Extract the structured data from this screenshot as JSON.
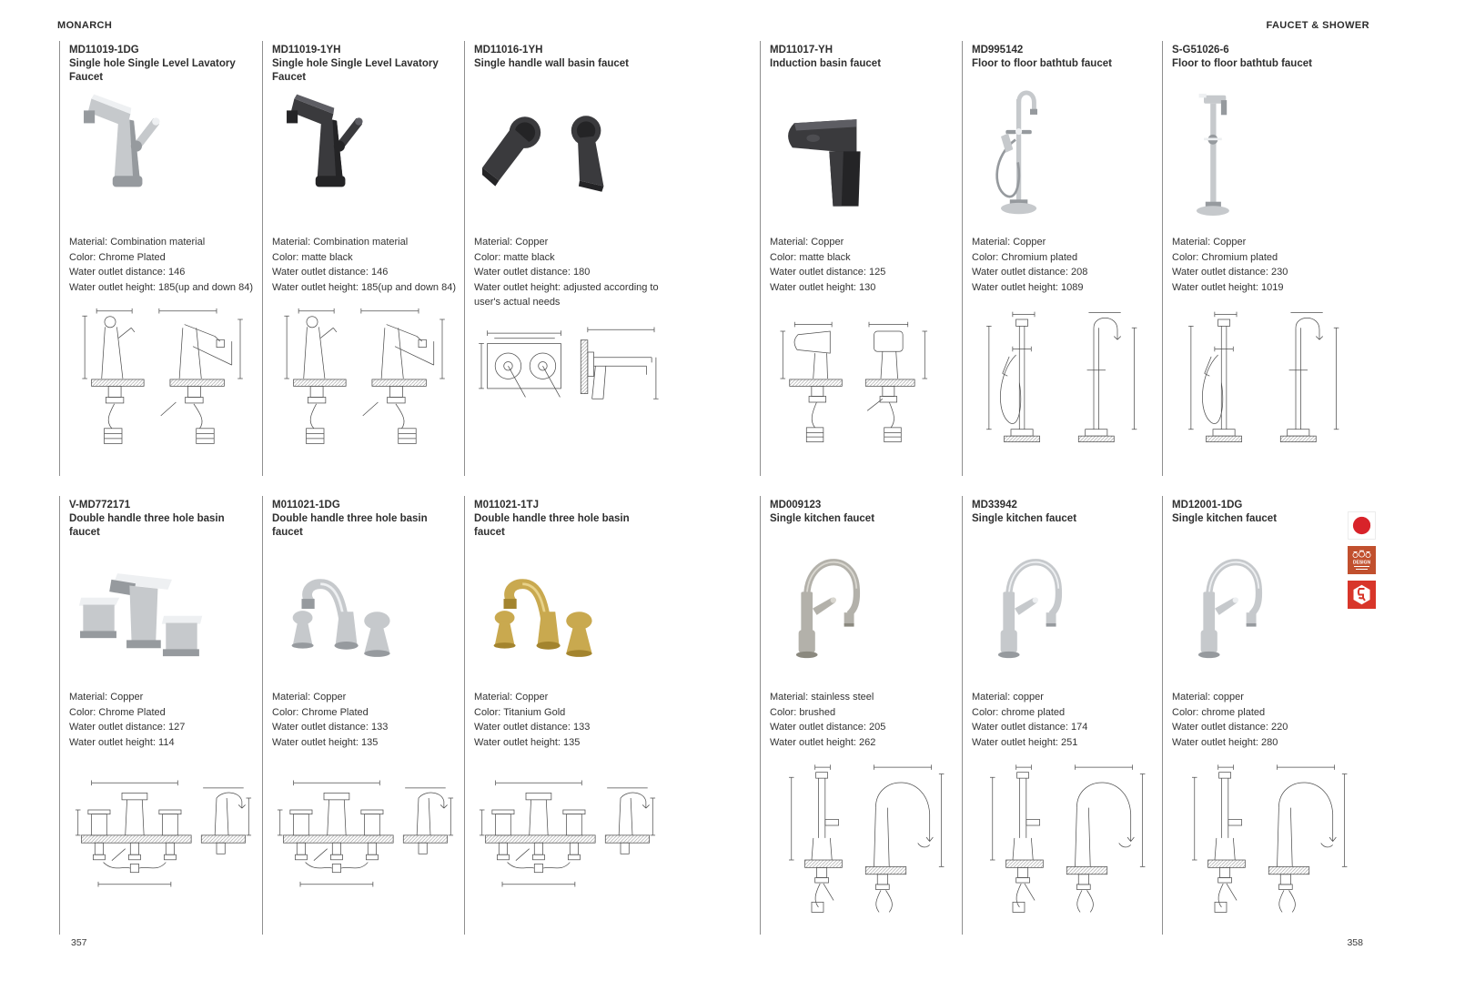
{
  "page": {
    "brand": "MONARCH",
    "category": "FAUCET & SHOWER",
    "page_number_left": "357",
    "page_number_right": "358"
  },
  "products": [
    {
      "code": "MD11019-1DG",
      "name": "Single hole Single Level Lavatory Faucet",
      "specs": [
        "Material: Combination material",
        "Color: Chrome Plated",
        "Water outlet distance: 146",
        "Water outlet height: 185(up and down 84)"
      ]
    },
    {
      "code": "MD11019-1YH",
      "name": "Single hole Single Level Lavatory Faucet",
      "specs": [
        "Material: Combination material",
        "Color: matte black",
        "Water outlet distance: 146",
        "Water outlet height: 185(up and down 84)"
      ]
    },
    {
      "code": "MD11016-1YH",
      "name": "Single handle wall basin faucet",
      "specs": [
        "Material: Copper",
        "Color: matte black",
        "Water outlet distance: 180",
        "Water outlet height: adjusted according to user's actual needs"
      ]
    },
    {
      "code": "MD11017-YH",
      "name": "Induction basin faucet",
      "specs": [
        "Material: Copper",
        "Color: matte black",
        "Water outlet distance: 125",
        "Water outlet height: 130"
      ]
    },
    {
      "code": "MD995142",
      "name": "Floor to floor bathtub faucet",
      "specs": [
        "Material: Copper",
        "Color: Chromium plated",
        "Water outlet distance: 208",
        "Water outlet height: 1089"
      ]
    },
    {
      "code": "S-G51026-6",
      "name": "Floor to floor bathtub faucet",
      "specs": [
        "Material: Copper",
        "Color: Chromium plated",
        "Water outlet distance: 230",
        "Water outlet height: 1019"
      ]
    },
    {
      "code": "V-MD772171",
      "name": "Double handle three hole basin faucet",
      "specs": [
        "Material: Copper",
        "Color: Chrome Plated",
        "Water outlet distance: 127",
        "Water outlet height: 114"
      ]
    },
    {
      "code": "M011021-1DG",
      "name": "Double handle three hole basin faucet",
      "specs": [
        "Material: Copper",
        "Color: Chrome Plated",
        "Water outlet distance: 133",
        "Water outlet height: 135"
      ]
    },
    {
      "code": "M011021-1TJ",
      "name": "Double handle three hole basin faucet",
      "specs": [
        "Material: Copper",
        "Color: Titanium Gold",
        "Water outlet distance: 133",
        "Water outlet height: 135"
      ]
    },
    {
      "code": "MD009123",
      "name": "Single kitchen faucet",
      "specs": [
        "Material: stainless steel",
        "Color: brushed",
        "Water outlet distance: 205",
        "Water outlet height: 262"
      ]
    },
    {
      "code": "MD33942",
      "name": "Single kitchen faucet",
      "specs": [
        "Material: copper",
        "Color: chrome plated",
        "Water outlet distance: 174",
        "Water outlet height: 251"
      ]
    },
    {
      "code": "MD12001-1DG",
      "name": "Single kitchen faucet",
      "specs": [
        "Material: copper",
        "Color: chrome plated",
        "Water outlet distance: 220",
        "Water outlet height: 280"
      ]
    }
  ],
  "badges": {
    "design_label": "DESIGN"
  },
  "colors": {
    "award_red": "#d8232a",
    "award_orange": "#c1502e",
    "finish_chrome": "#c6c9cc",
    "finish_matte_black": "#3a3a3d",
    "finish_titanium_gold": "#c9a94f",
    "finish_brushed": "#b3b1aa",
    "drawing_line": "#4f4f4f"
  }
}
